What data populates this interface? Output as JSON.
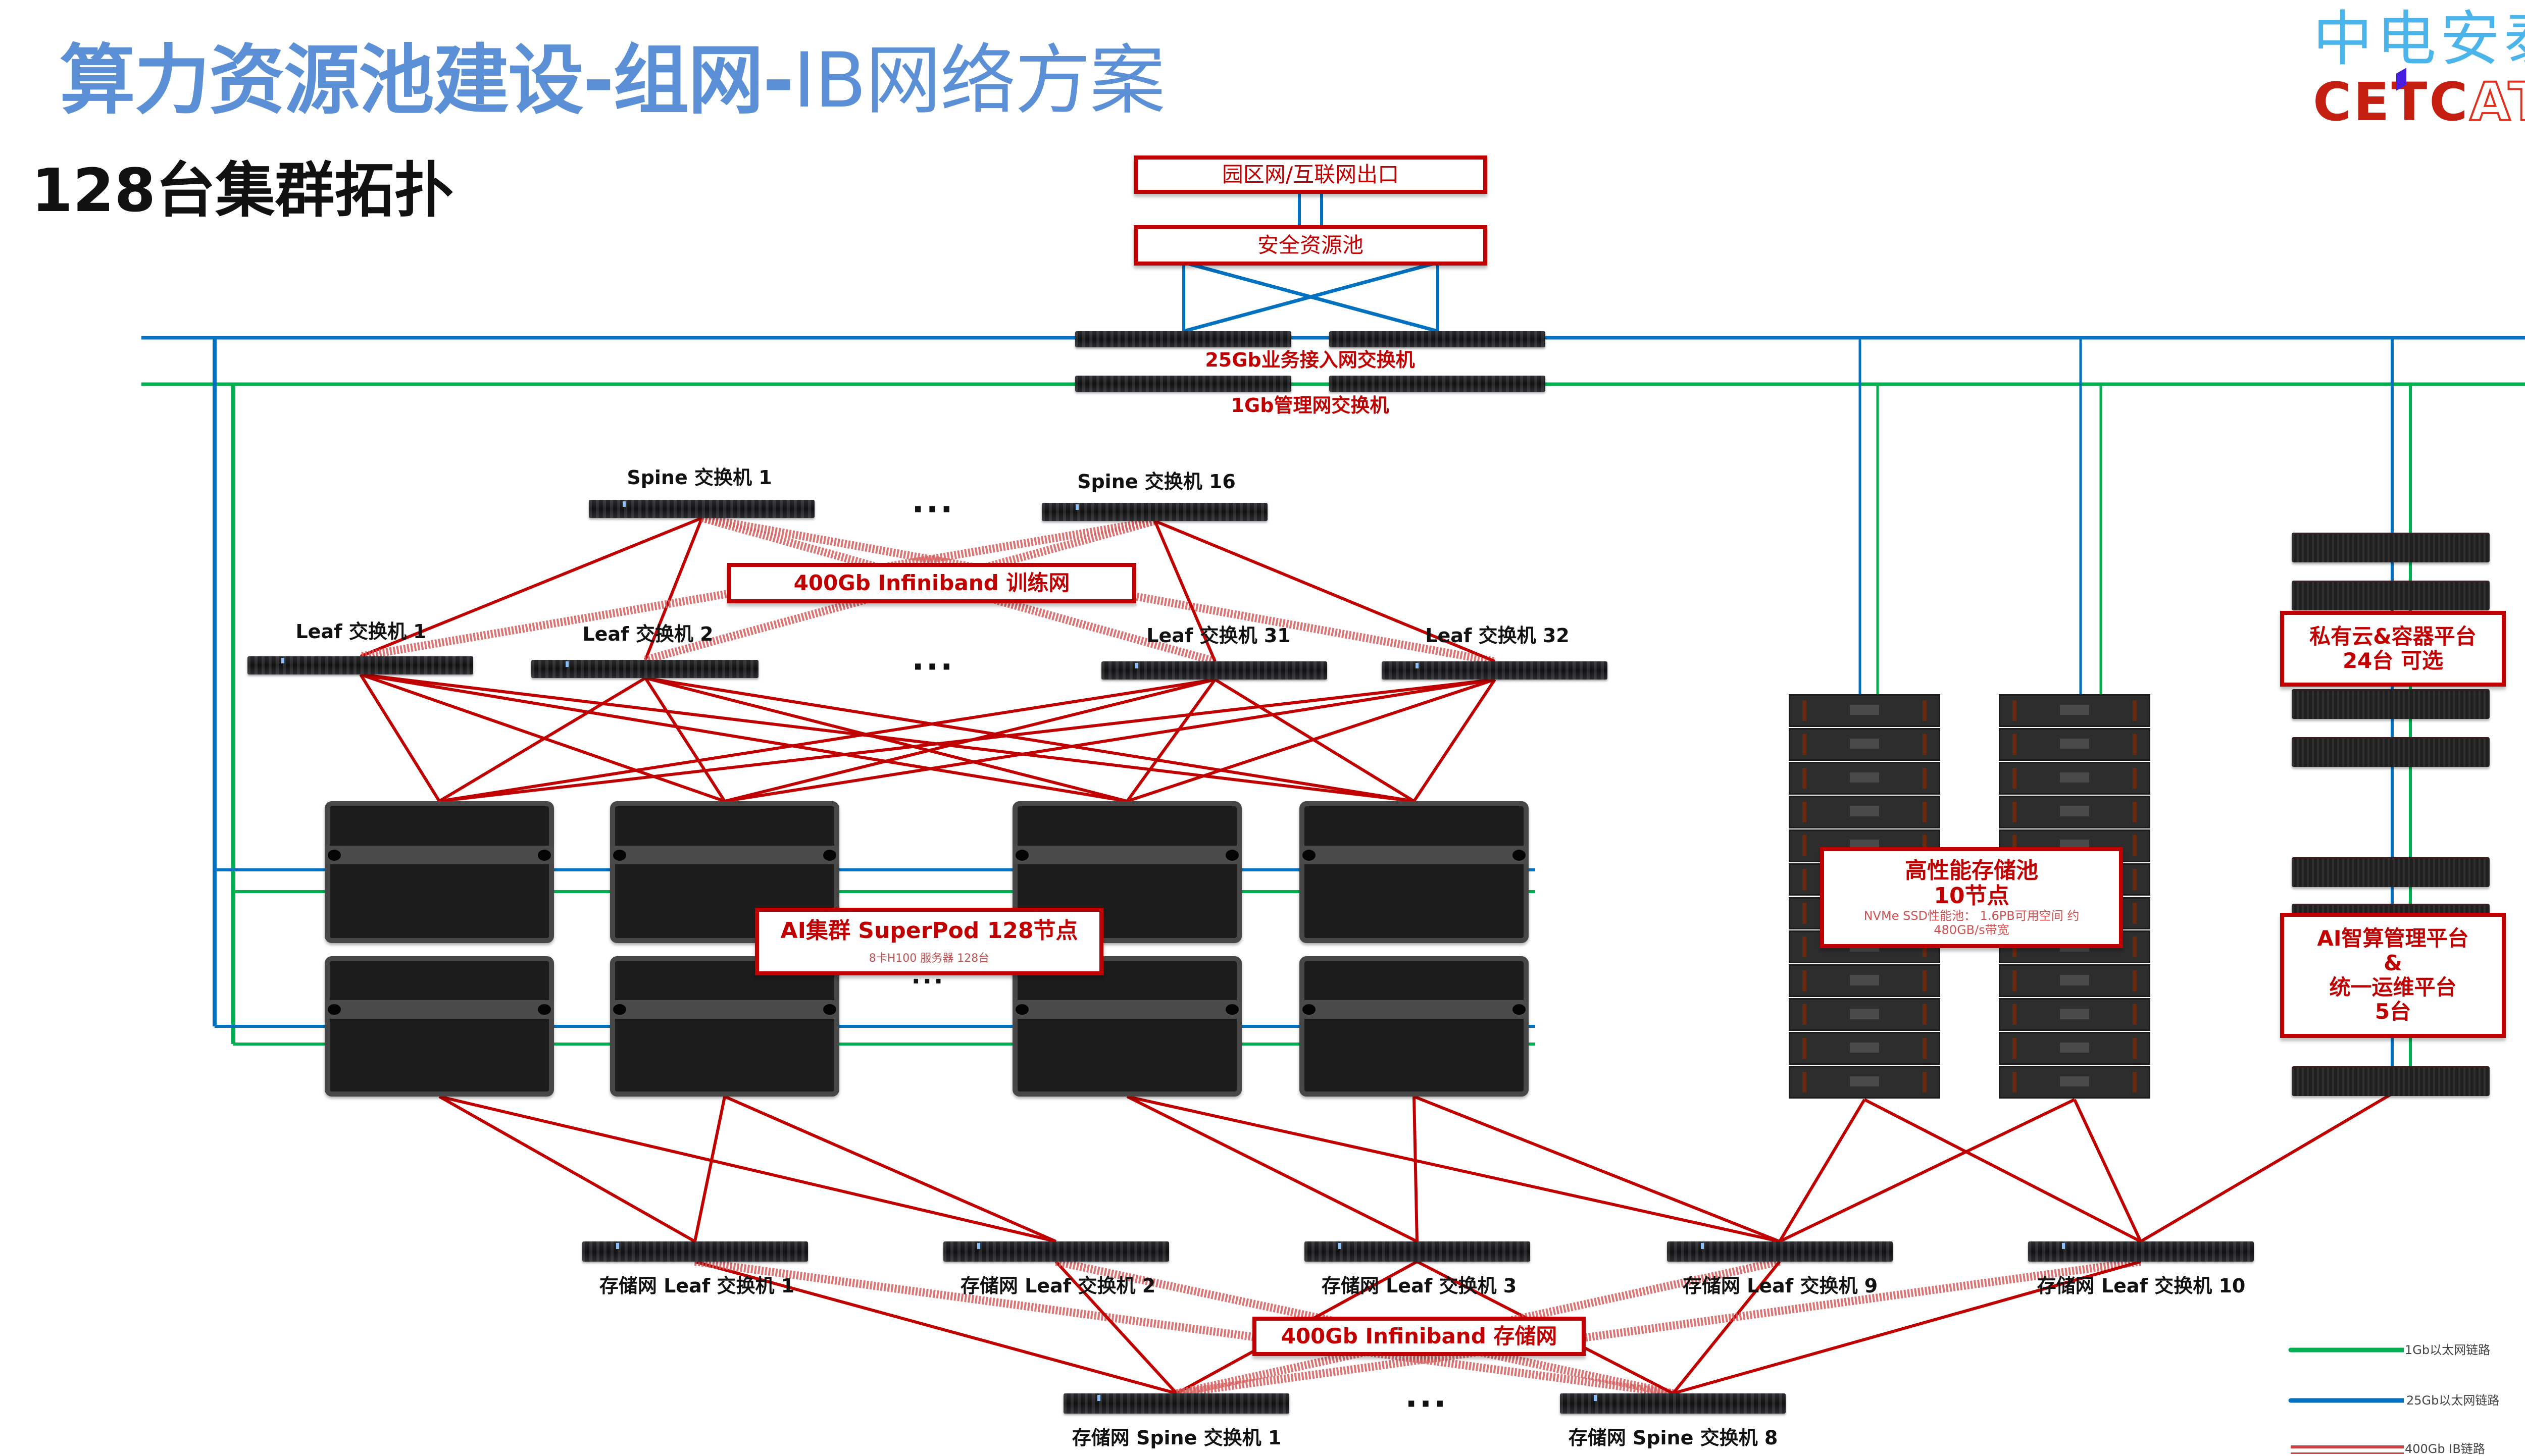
{
  "header": {
    "title_bold": "算力资源池建设-组网-",
    "title_thin": "IB网络方案",
    "subtitle": "128台集群拓扑",
    "logo_cn": "中电安泰",
    "logo_en_part1": "CETC",
    "logo_en_part2": "AT"
  },
  "colors": {
    "title": "#5b8fd6",
    "ib_link": "#c00000",
    "eth_25g": "#0070c0",
    "eth_1g": "#00b050",
    "logo_cn": "#4bb4ea"
  },
  "top": {
    "campus_exit": "园区网/互联网出口",
    "security_pool": "安全资源池",
    "switch_25g_label": "25Gb业务接入网交换机",
    "switch_1g_label": "1Gb管理网交换机"
  },
  "training_network": {
    "label": "400Gb Infiniband 训练网",
    "spines": [
      {
        "label": "Spine 交换机 1"
      },
      {
        "label": "Spine 交换机 16"
      }
    ],
    "spine_ellipsis": "···",
    "leaves": [
      {
        "label": "Leaf 交换机 1"
      },
      {
        "label": "Leaf 交换机 2"
      },
      {
        "label": "Leaf 交换机 31"
      },
      {
        "label": "Leaf 交换机 32"
      }
    ],
    "leaf_ellipsis": "···"
  },
  "gpu_cluster": {
    "title": "AI集群 SuperPod 128节点",
    "detail": "8卡H100 服务器 128台",
    "ellipsis": "···"
  },
  "storage_pool": {
    "title": "高性能存储池",
    "nodes": "10节点",
    "detail": "NVMe SSD性能池： 1.6PB可用空间 约480GB/s带宽"
  },
  "private_cloud": {
    "line1": "私有云&容器平台",
    "line2": "24台 可选"
  },
  "ai_mgmt": {
    "line1": "AI智算管理平台",
    "line2": "&",
    "line3": "统一运维平台",
    "line4": "5台"
  },
  "storage_network": {
    "label": "400Gb Infiniband 存储网",
    "leaves": [
      {
        "label": "存储网 Leaf 交换机 1"
      },
      {
        "label": "存储网 Leaf 交换机 2"
      },
      {
        "label": "存储网 Leaf 交换机 3"
      },
      {
        "label": "存储网 Leaf 交换机 9"
      },
      {
        "label": "存储网 Leaf 交换机 10"
      }
    ],
    "spines": [
      {
        "label": "存储网 Spine 交换机 1"
      },
      {
        "label": "存储网 Spine 交换机 8"
      }
    ],
    "spine_ellipsis": "···"
  },
  "legend": [
    {
      "label": "1Gb以太网链路",
      "color": "#00b050",
      "style": "single"
    },
    {
      "label": "25Gb以太网链路",
      "color": "#0070c0",
      "style": "single"
    },
    {
      "label": "400Gb IB链路",
      "color": "#d04040",
      "style": "double"
    }
  ]
}
